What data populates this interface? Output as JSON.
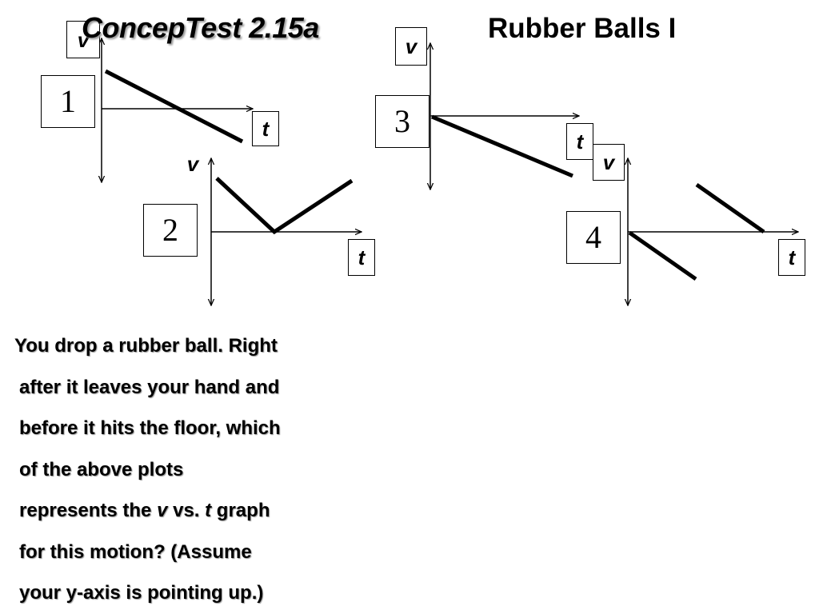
{
  "header": {
    "title": "ConcepTest  2.15a",
    "subtitle": "Rubber Balls I"
  },
  "plots": [
    {
      "number": "1",
      "v_label": "v",
      "t_label": "t"
    },
    {
      "number": "2",
      "v_label": "v",
      "t_label": "t"
    },
    {
      "number": "3",
      "v_label": "v",
      "t_label": "t"
    },
    {
      "number": "4",
      "v_label": "v",
      "t_label": "t"
    }
  ],
  "question": {
    "line1": "You drop a rubber ball.  Right",
    "line2": "after it leaves your hand and",
    "line3": "before it hits the floor, which",
    "line4": "of the above plots",
    "line5_pre": "represents the ",
    "line5_v": "v",
    "line5_mid": " vs. ",
    "line5_t": "t",
    "line5_post": " graph",
    "line6": "for this motion?    (Assume",
    "line7": "your y-axis is pointing up.)"
  }
}
